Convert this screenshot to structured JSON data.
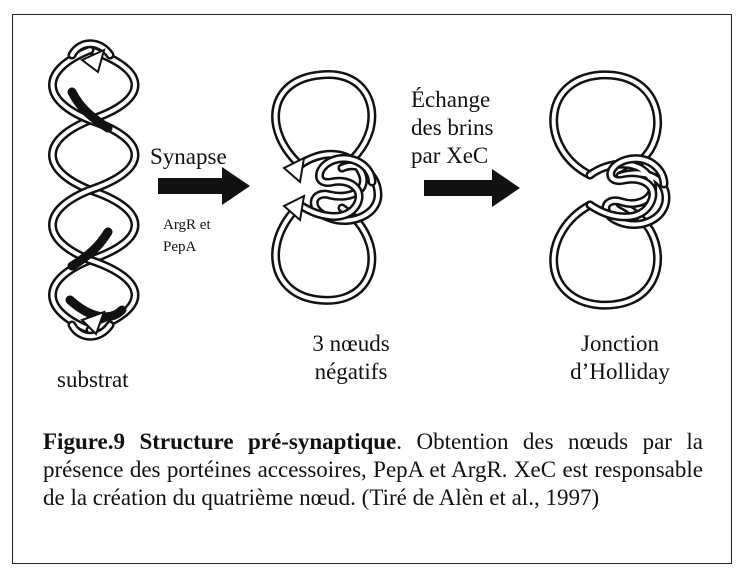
{
  "labels": {
    "synapse": "Synapse",
    "proteins_line1": "ArgR et",
    "proteins_line2": "PepA",
    "echange_line1": "Échange",
    "echange_line2": "des brins",
    "echange_line3": "par XeC",
    "substrat": "substrat",
    "noeuds_line1": "3 nœuds",
    "noeuds_line2": "négatifs",
    "jonction_line1": "Jonction",
    "jonction_line2": "d’Holliday"
  },
  "caption": {
    "title": "Figure.9 Structure pré-synaptique",
    "body": ". Obtention des nœuds par la présence des portéines accessoires, PepA et ArgR. XeC est responsable de la création du quatrième nœud. (Tiré de Alèn et al., 1997)"
  },
  "colors": {
    "ink": "#111111",
    "border": "#222222",
    "background": "#ffffff"
  }
}
